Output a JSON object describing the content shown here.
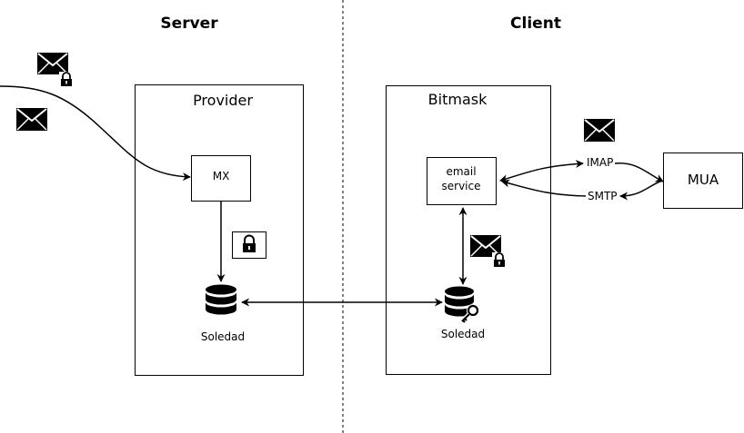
{
  "sections": {
    "server": "Server",
    "client": "Client"
  },
  "server": {
    "box_title": "Provider",
    "mx_label": "MX",
    "storage_label": "Soledad"
  },
  "client": {
    "box_title": "Bitmask",
    "email_service_line1": "email",
    "email_service_line2": "service",
    "storage_label": "Soledad"
  },
  "mua": {
    "label": "MUA",
    "imap_label": "IMAP",
    "smtp_label": "SMTP"
  },
  "icons": {
    "envelope": "envelope-icon",
    "locked_envelope": "locked-envelope-icon",
    "padlock": "padlock-icon",
    "database": "database-icon",
    "key_database": "database-key-icon"
  },
  "colors": {
    "stroke": "#000000",
    "background": "#ffffff"
  }
}
